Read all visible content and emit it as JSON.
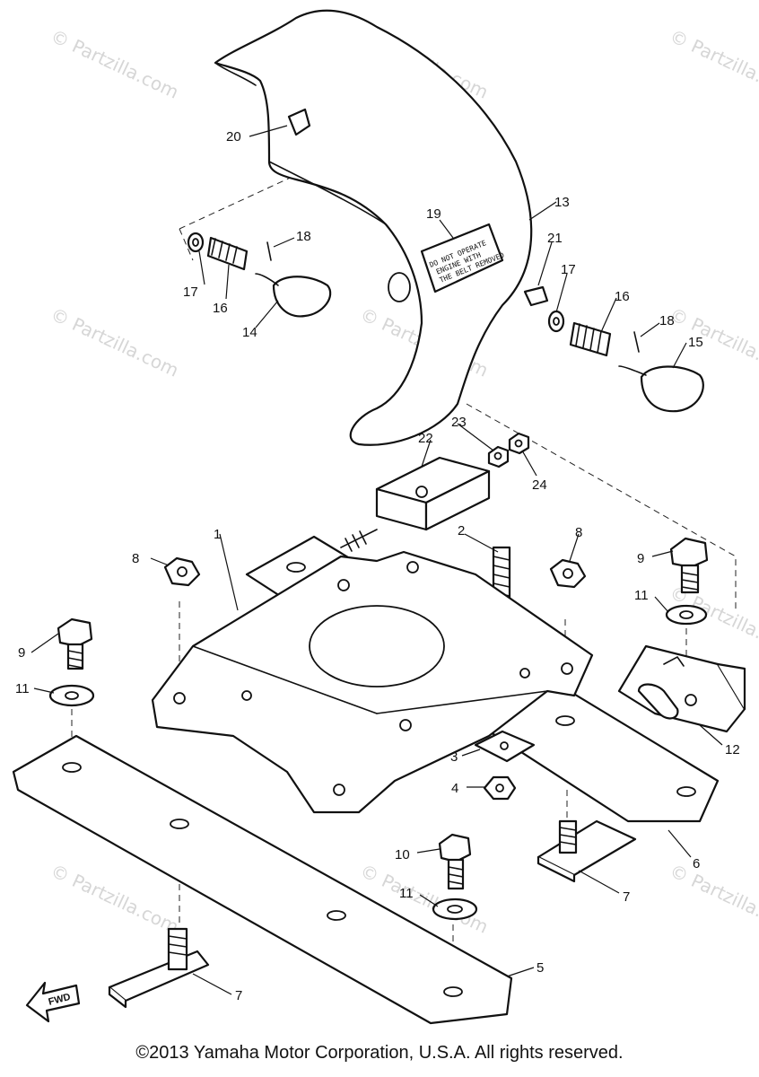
{
  "watermark": "© Partzilla.com",
  "decal_text": [
    "DO NOT OPERATE",
    "ENGINE WITH",
    "THE BELT REMOVED"
  ],
  "fwd_label": "FWD",
  "copyright": "©2013 Yamaha Motor Corporation, U.S.A. All rights reserved.",
  "callouts": {
    "c1": "1",
    "c2": "2",
    "c3": "3",
    "c4": "4",
    "c5": "5",
    "c6": "6",
    "c7a": "7",
    "c7b": "7",
    "c8a": "8",
    "c8b": "8",
    "c9a": "9",
    "c9b": "9",
    "c10": "10",
    "c11a": "11",
    "c11b": "11",
    "c11c": "11",
    "c12": "12",
    "c13": "13",
    "c14": "14",
    "c15": "15",
    "c16a": "16",
    "c16b": "16",
    "c17a": "17",
    "c17b": "17",
    "c18a": "18",
    "c18b": "18",
    "c19": "19",
    "c20": "20",
    "c21": "21",
    "c22": "22",
    "c23": "23",
    "c24": "24"
  }
}
